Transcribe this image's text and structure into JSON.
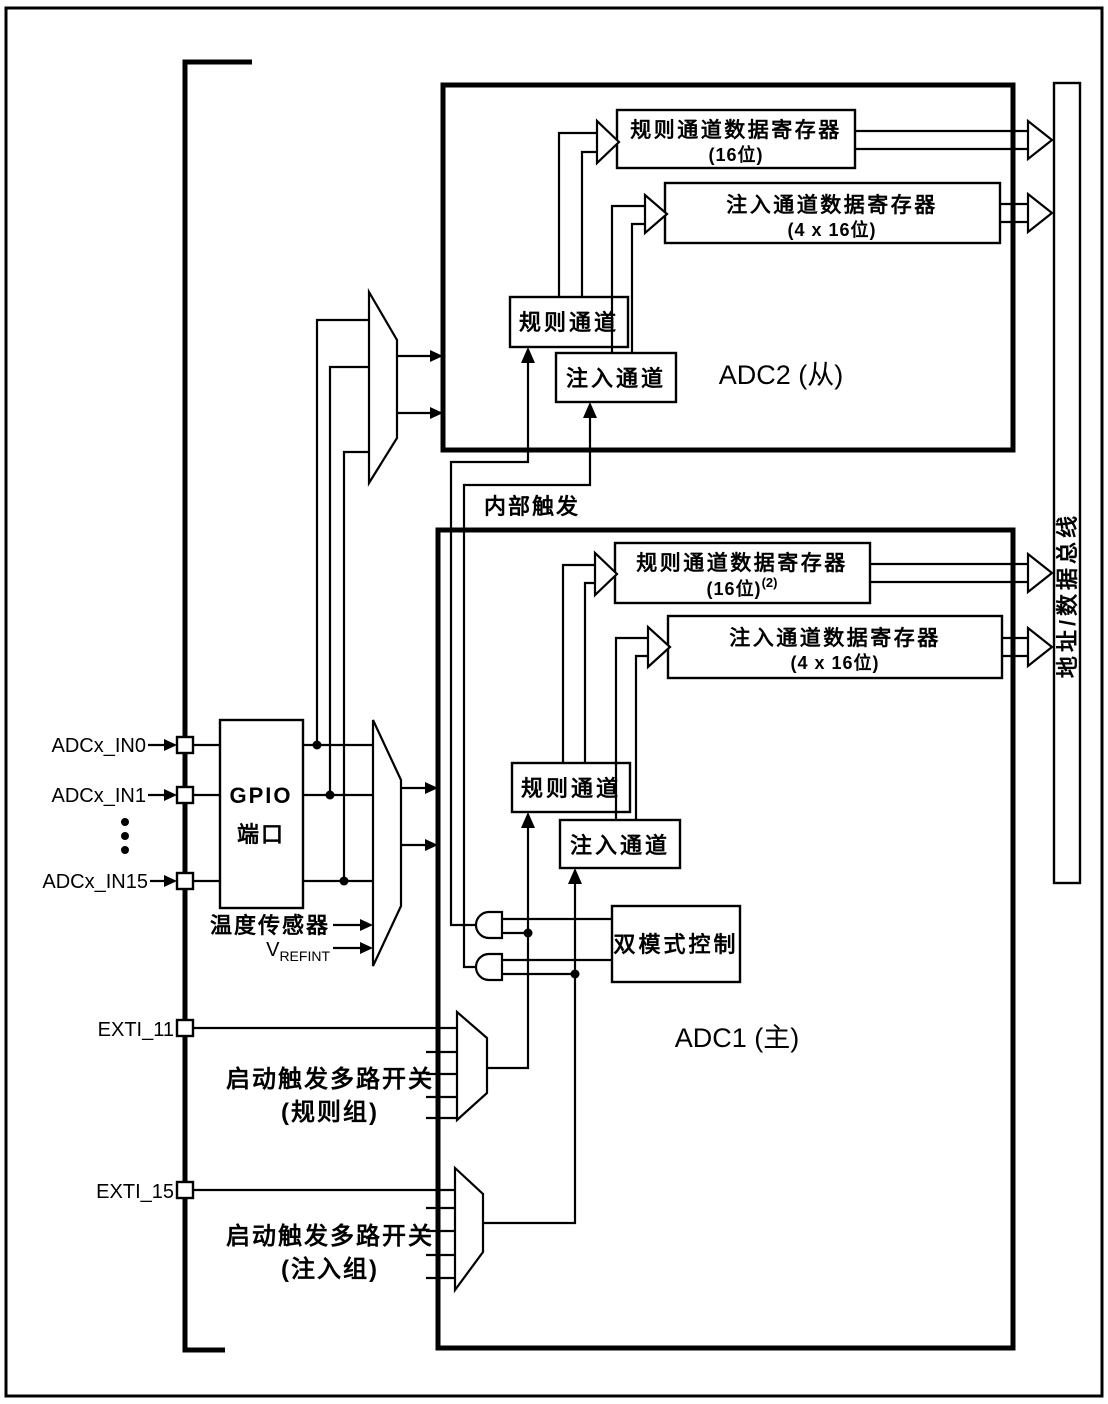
{
  "pins": {
    "in0": "ADCx_IN0",
    "in1": "ADCx_IN1",
    "in15": "ADCx_IN15",
    "exti11": "EXTI_11",
    "exti15": "EXTI_15"
  },
  "gpio": {
    "line1": "GPIO",
    "line2": "端口"
  },
  "analog_sources": {
    "temp": "温度传感器",
    "vref_base": "V",
    "vref_sub": "REFINT"
  },
  "adc2": {
    "title": "ADC2 (从)",
    "regular_reg": {
      "line1": "规则通道数据寄存器",
      "line2": "(16位)"
    },
    "injected_reg": {
      "line1": "注入通道数据寄存器",
      "line2": "(4 x 16位)"
    },
    "regular_ch": "规则通道",
    "injected_ch": "注入通道"
  },
  "adc1": {
    "title": "ADC1 (主)",
    "regular_reg": {
      "line1": "规则通道数据寄存器",
      "line2": "(16位)",
      "sup": "(2)"
    },
    "injected_reg": {
      "line1": "注入通道数据寄存器",
      "line2": "(4 x 16位)"
    },
    "regular_ch": "规则通道",
    "injected_ch": "注入通道",
    "dual_mode": "双模式控制"
  },
  "triggers": {
    "internal": "内部触发",
    "regular_mux": {
      "line1": "启动触发多路开关",
      "line2": "(规则组)"
    },
    "injected_mux": {
      "line1": "启动触发多路开关",
      "line2": "(注入组)"
    }
  },
  "bus": {
    "label": "地址/数据总线"
  },
  "colors": {
    "ink": "#000000",
    "paper": "#ffffff"
  }
}
